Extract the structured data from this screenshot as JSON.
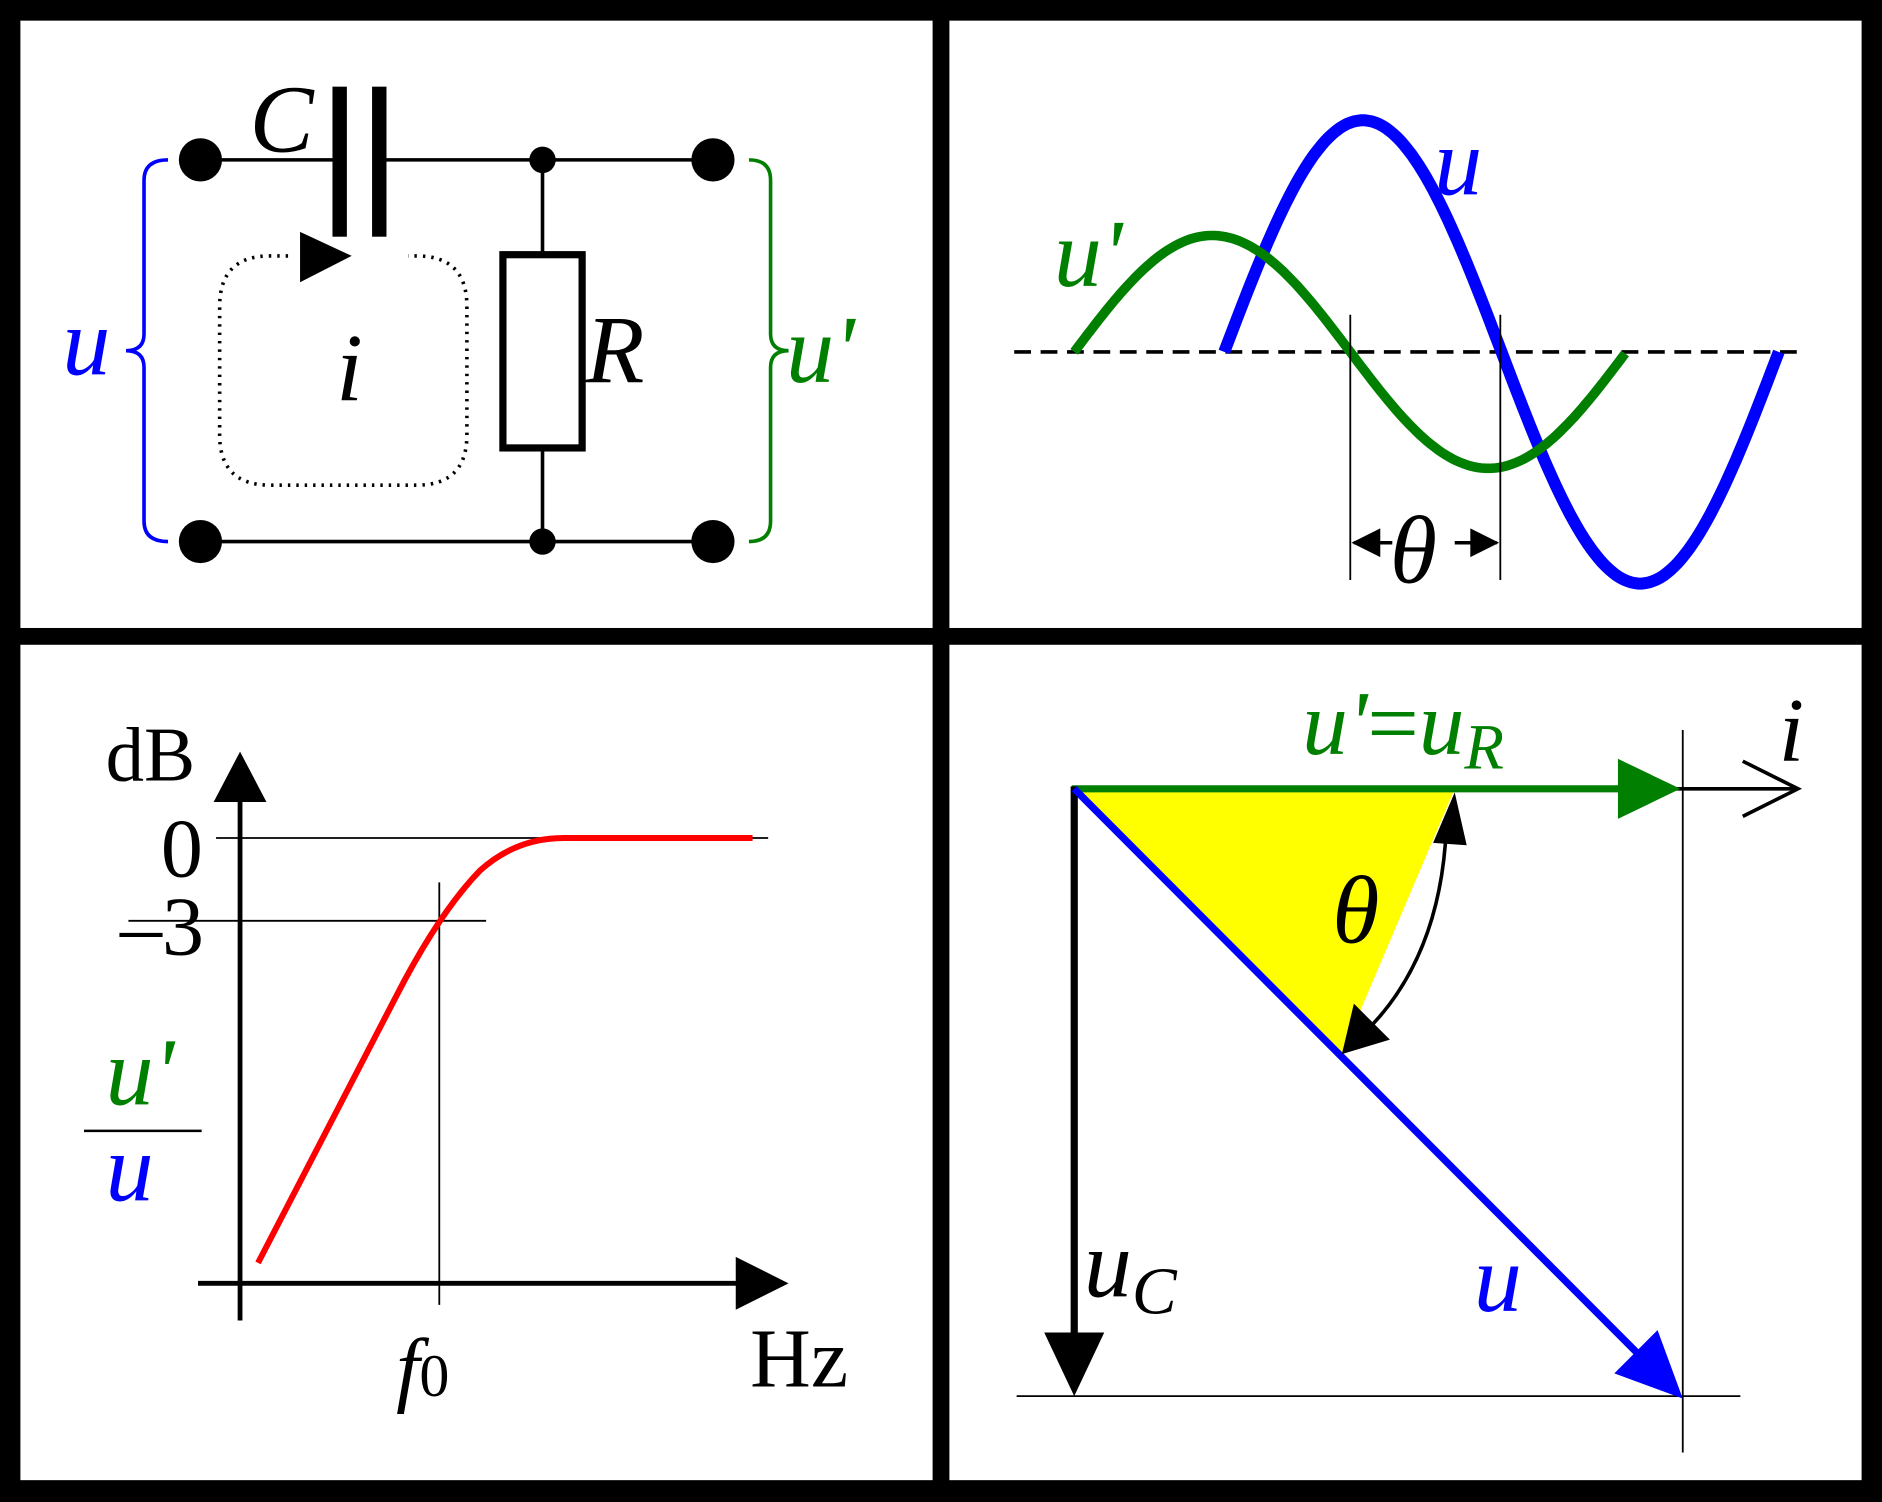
{
  "colors": {
    "blue": "#0000ff",
    "green": "#007f00",
    "red": "#ff0000",
    "yellow": "#ffff00",
    "black": "#000000"
  },
  "circuit": {
    "capacitor_label": "C",
    "resistor_label": "R",
    "current_label": "i",
    "input_label": "u",
    "output_label": "u'"
  },
  "waveforms": {
    "input_label": "u",
    "output_label": "u'",
    "phase_label": "θ"
  },
  "bode": {
    "y_unit": "dB",
    "tick_0": "0",
    "tick_minus3": "–3",
    "x_tick_f": "f",
    "x_tick_sub": "0",
    "x_unit": "Hz",
    "ratio_num": "u'",
    "ratio_den": "u"
  },
  "phasor": {
    "ur_label_a": "u'",
    "ur_label_eq": "=",
    "ur_label_u": "u",
    "ur_label_sub": "R",
    "current_label": "i",
    "phase_label": "θ",
    "uc_label": "u",
    "uc_sub": "C",
    "u_label": "u"
  }
}
